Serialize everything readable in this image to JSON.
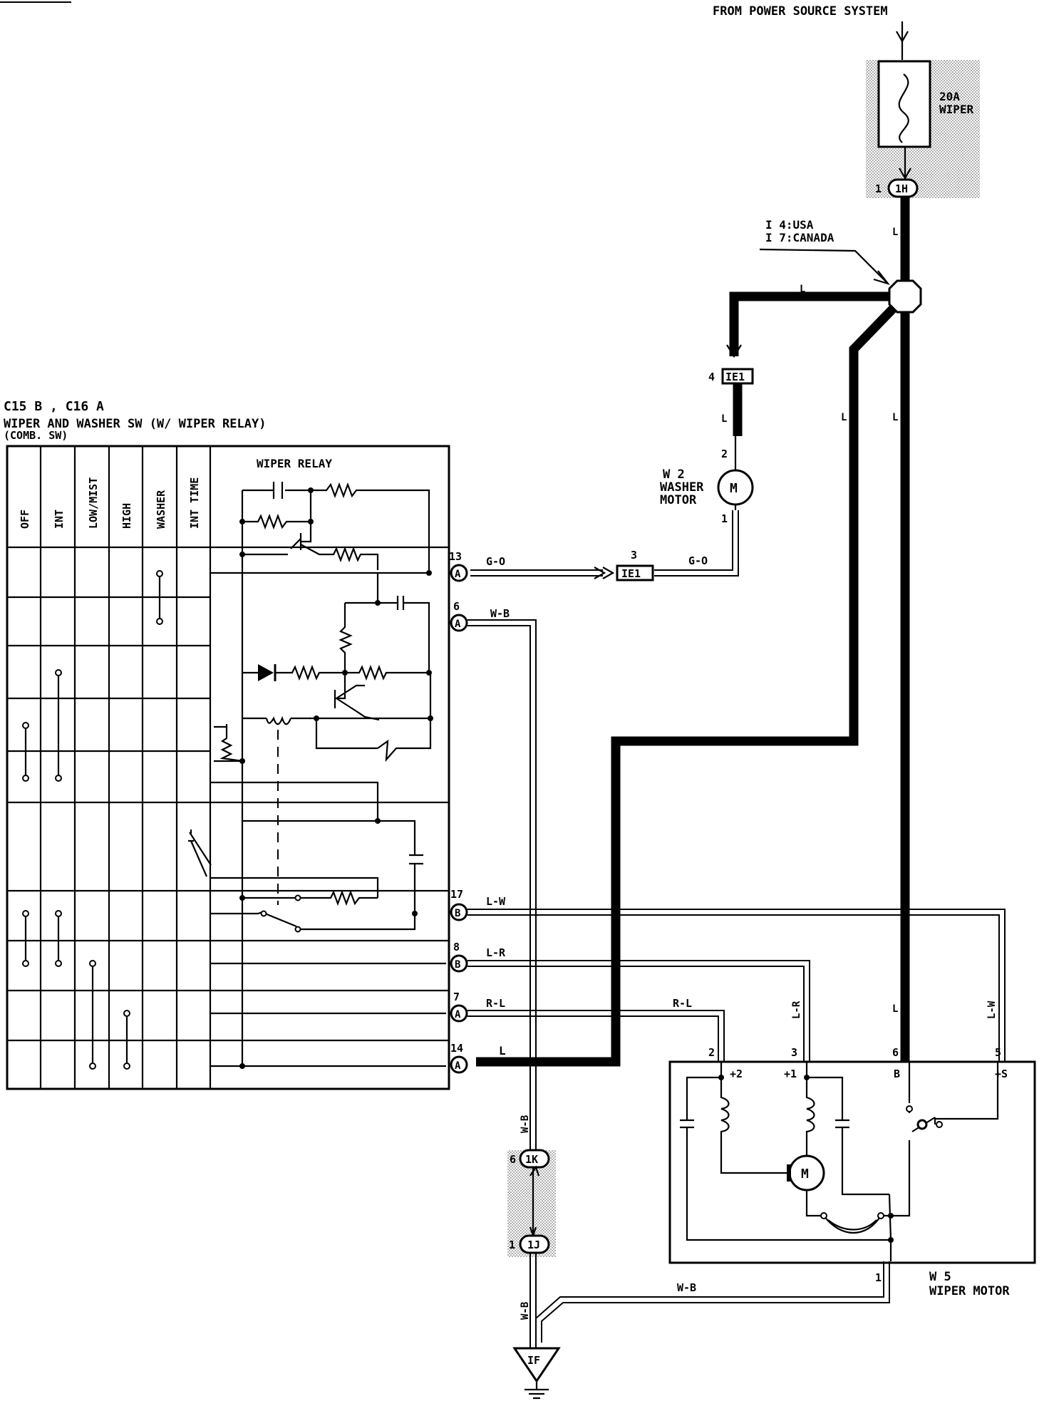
{
  "power": {
    "source_label": "FROM POWER SOURCE SYSTEM",
    "fuse_label_1": "20A",
    "fuse_label_2": "WIPER",
    "fuse_conn_pin": "1",
    "fuse_conn_id": "1H"
  },
  "junction": {
    "line1": "I 4:USA",
    "line2": "I 7:CANADA"
  },
  "washer_motor": {
    "id": "W 2",
    "name1": "WASHER",
    "name2": "MOTOR",
    "pin_top": "2",
    "pin_bottom": "1",
    "motor_symbol": "M"
  },
  "connectors": {
    "ie1_top_pin": "4",
    "ie1_top_id": "IE1",
    "ie1_mid_pin": "3",
    "ie1_mid_id": "IE1",
    "ik_pin": "6",
    "ik_id": "1K",
    "ij_pin": "1",
    "ij_id": "1J",
    "ground_id": "IF"
  },
  "switch": {
    "connector_title": "C15 B , C16 A",
    "title": "WIPER AND WASHER SW (W/ WIPER RELAY)",
    "subtitle": "(COMB. SW)",
    "relay_title": "WIPER RELAY",
    "columns": [
      "OFF",
      "INT",
      "LOW/MIST",
      "HIGH",
      "WASHER",
      "INT TIME"
    ]
  },
  "switch_pins": [
    {
      "pin": "13",
      "conn": "A",
      "wire": "G-O"
    },
    {
      "pin": "6",
      "conn": "A",
      "wire": "W-B"
    },
    {
      "pin": "17",
      "conn": "B",
      "wire": "L-W"
    },
    {
      "pin": "8",
      "conn": "B",
      "wire": "L-R"
    },
    {
      "pin": "7",
      "conn": "A",
      "wire": "R-L"
    },
    {
      "pin": "14",
      "conn": "A",
      "wire": "L"
    }
  ],
  "wires": {
    "l": "L",
    "g_o": "G-O",
    "w_b": "W-B",
    "r_l": "R-L",
    "l_r": "L-R",
    "l_w": "L-W"
  },
  "wiper_motor": {
    "id": "W 5",
    "name": "WIPER MOTOR",
    "pin_2": "2",
    "pin_3": "3",
    "pin_6": "6",
    "pin_5": "5",
    "pin_1": "1",
    "term_p2": "+2",
    "term_p1": "+1",
    "term_b": "B",
    "term_s": "+S",
    "motor_symbol": "M"
  }
}
